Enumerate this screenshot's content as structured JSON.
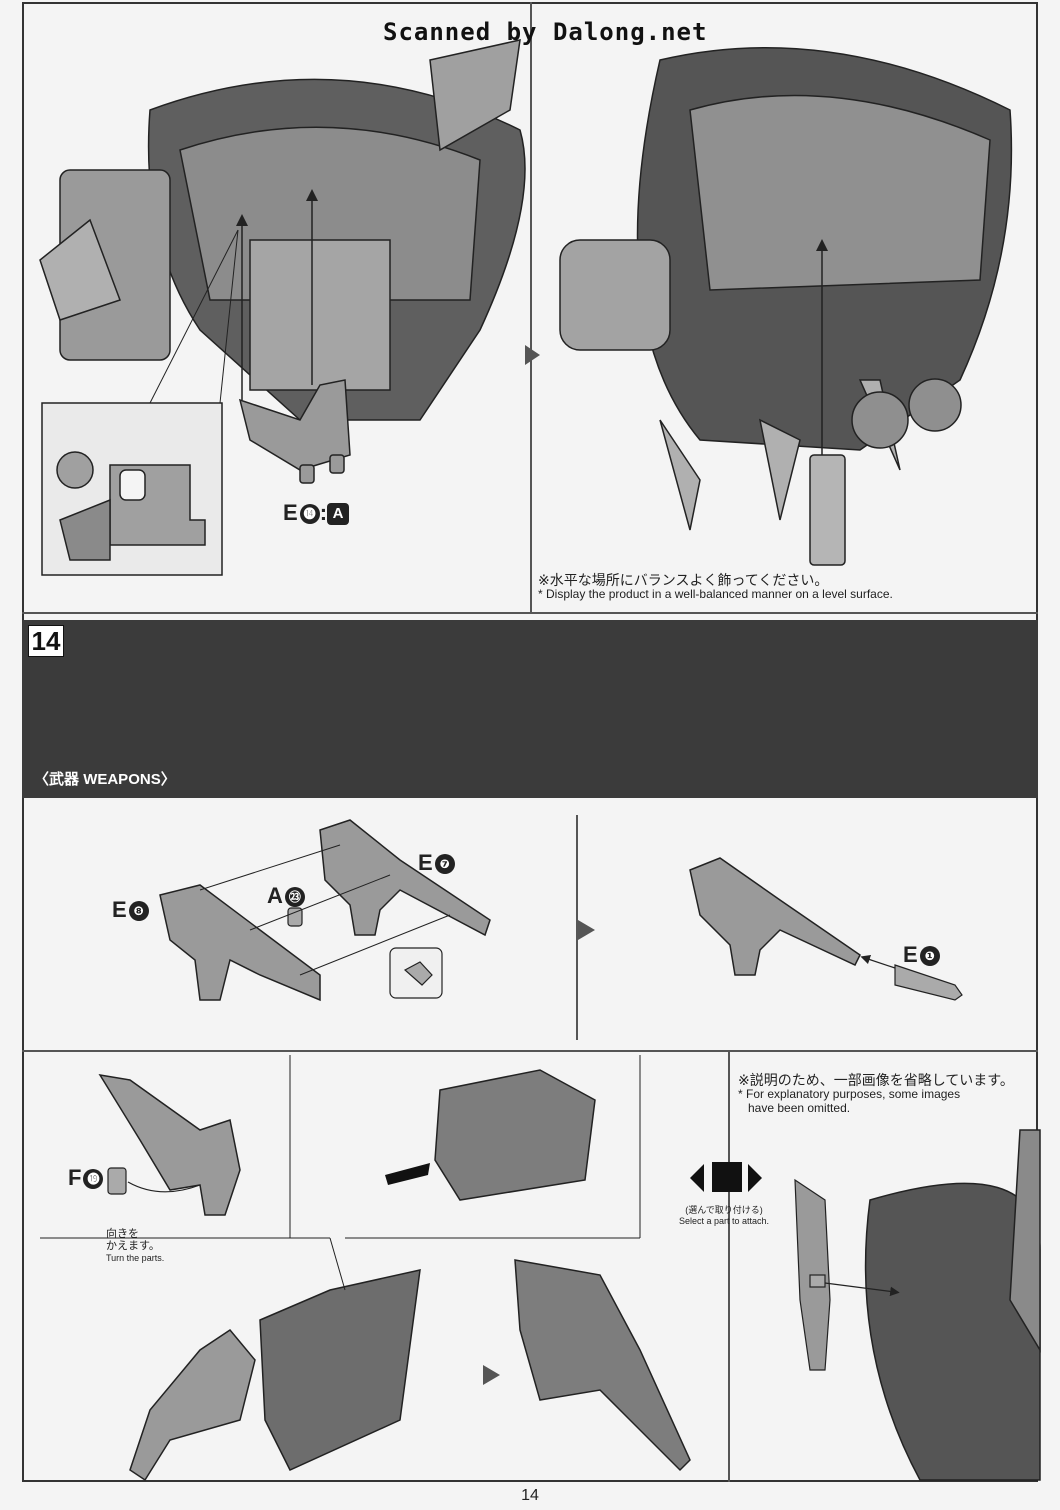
{
  "watermark": "Scanned by Dalong.net",
  "top_section": {
    "part_label_1": "E",
    "part_label_1_num": "⓮",
    "part_label_1_sep": ":",
    "part_label_1_runner": "A",
    "note_ja": "※水平な場所にバランスよく飾ってください。",
    "note_en": "* Display the product in a well-balanced manner on a level surface."
  },
  "step14": {
    "number": "14",
    "title_ja": "〈武器",
    "title_en": "WEAPONS〉"
  },
  "weapon_assembly": {
    "label_e8": "E",
    "label_e8_num": "❽",
    "label_e7": "E",
    "label_e7_num": "❼",
    "label_a23": "A",
    "label_a23_num": "㉓",
    "label_e1": "E",
    "label_e1_num": "❶"
  },
  "bottom_section": {
    "label_f19": "F",
    "label_f19_num": "⓳",
    "turn_ja_1": "向きを",
    "turn_ja_2": "かえます。",
    "turn_en": "Turn the parts.",
    "select_ja": "(選んで取り付ける)",
    "select_en": "Select a part to attach.",
    "omit_ja": "※説明のため、一部画像を省略しています。",
    "omit_en_1": "* For explanatory purposes, some images",
    "omit_en_2": "have been omitted."
  },
  "page_number": "14",
  "colors": {
    "banner": "#3b3b3b",
    "ink": "#222222",
    "paper": "#f4f4f4",
    "arrow": "#555555"
  }
}
